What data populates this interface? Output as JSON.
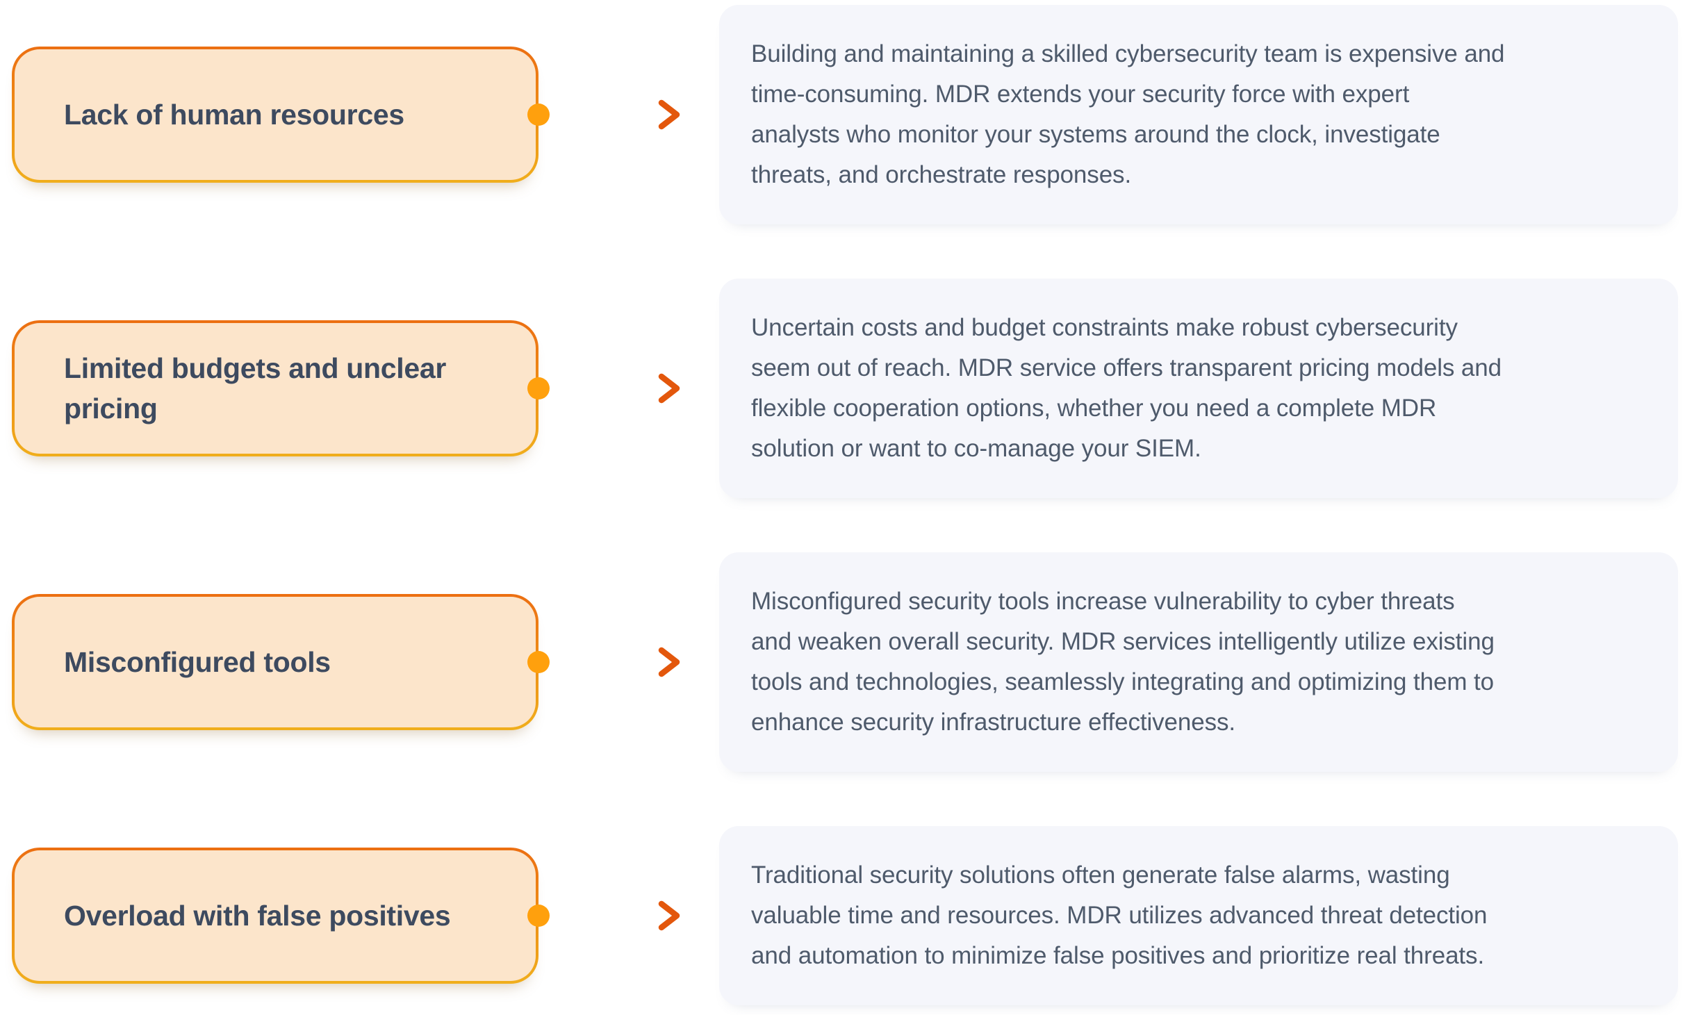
{
  "theme": {
    "page_bg": "#ffffff",
    "card_fill": "#fce5cb",
    "card_border_top": "#ec6f12",
    "card_border_bottom": "#f0ae1c",
    "label_color": "#3d4a5f",
    "panel_bg": "#f5f6fb",
    "body_color": "#4e5a6b",
    "dot_color": "#ffa00d",
    "arrow_start": "#f98e06",
    "arrow_end": "#e3570c"
  },
  "rows": [
    {
      "label_lines": [
        "Lack of human resources"
      ],
      "description_lines": [
        "Building and maintaining a skilled cybersecurity team is expensive and",
        "time-consuming. MDR extends your security force with expert",
        "analysts who monitor your systems around the clock, investigate",
        "threats, and orchestrate responses."
      ]
    },
    {
      "label_lines": [
        "Limited budgets and unclear",
        "pricing"
      ],
      "description_lines": [
        "Uncertain costs and budget constraints make robust cybersecurity",
        "seem out of reach. MDR service offers transparent pricing models and",
        "flexible cooperation options,  whether you need a complete MDR",
        "solution or want to co-manage your SIEM."
      ]
    },
    {
      "label_lines": [
        "Misconfigured tools"
      ],
      "description_lines": [
        "Misconfigured security tools increase vulnerability to cyber threats",
        "and weaken overall security. MDR services intelligently utilize existing",
        "tools and technologies, seamlessly integrating and optimizing them to",
        "enhance security infrastructure effectiveness."
      ]
    },
    {
      "label_lines": [
        "Overload with false positives"
      ],
      "description_lines": [
        "Traditional security solutions often generate false alarms, wasting",
        "valuable time and resources. MDR utilizes advanced threat detection",
        "and automation to minimize false positives and prioritize real threats."
      ]
    }
  ]
}
